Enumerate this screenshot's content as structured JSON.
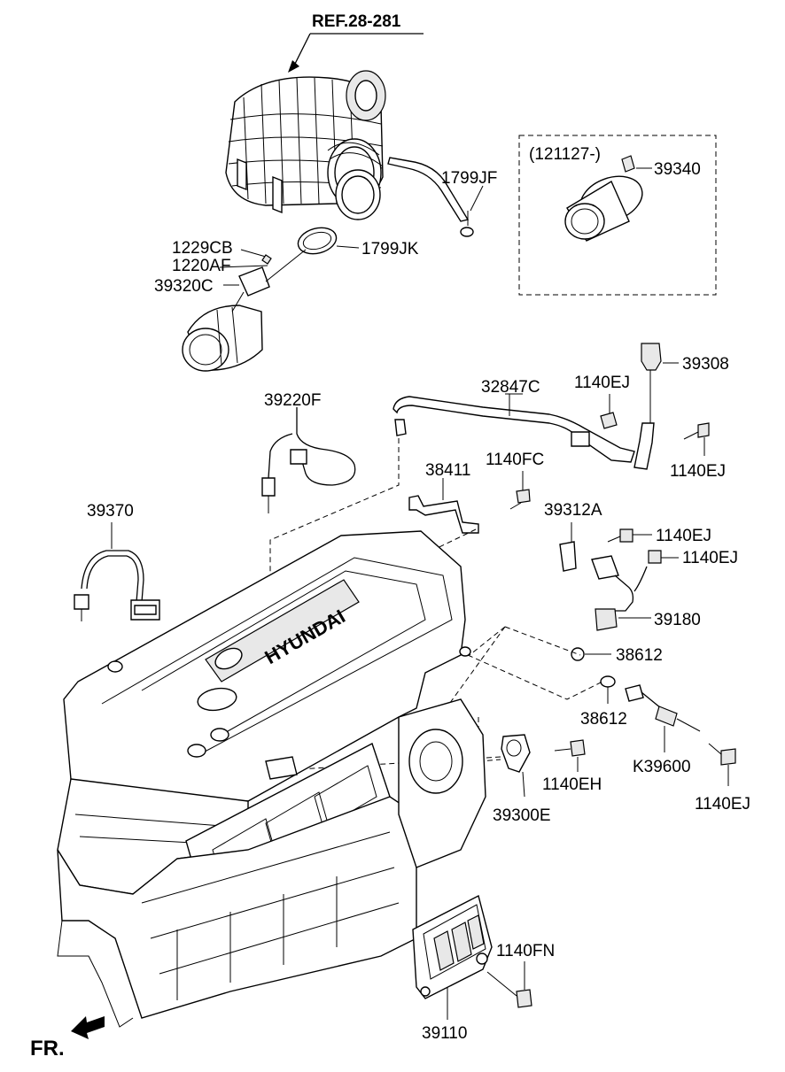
{
  "diagram": {
    "reference": "REF.28-281",
    "inset_note": "(121127-)",
    "engine_brand": "HYUNDAI",
    "direction": "FR.",
    "parts": {
      "p1799JF": "1799JF",
      "p39340": "39340",
      "p1229CB": "1229CB",
      "p1220AF": "1220AF",
      "p1799JK": "1799JK",
      "p39320C": "39320C",
      "p39308": "39308",
      "p32847C": "32847C",
      "p1140EJ_a": "1140EJ",
      "p39220F": "39220F",
      "p1140EJ_b": "1140EJ",
      "p38411": "38411",
      "p1140FC": "1140FC",
      "p39370": "39370",
      "p39312A": "39312A",
      "p1140EJ_c": "1140EJ",
      "p1140EJ_d": "1140EJ",
      "p39180": "39180",
      "p38612_a": "38612",
      "p38612_b": "38612",
      "pK39600": "K39600",
      "p1140EH": "1140EH",
      "p39300E": "39300E",
      "p1140EJ_e": "1140EJ",
      "p1140FN": "1140FN",
      "p39110": "39110"
    }
  }
}
